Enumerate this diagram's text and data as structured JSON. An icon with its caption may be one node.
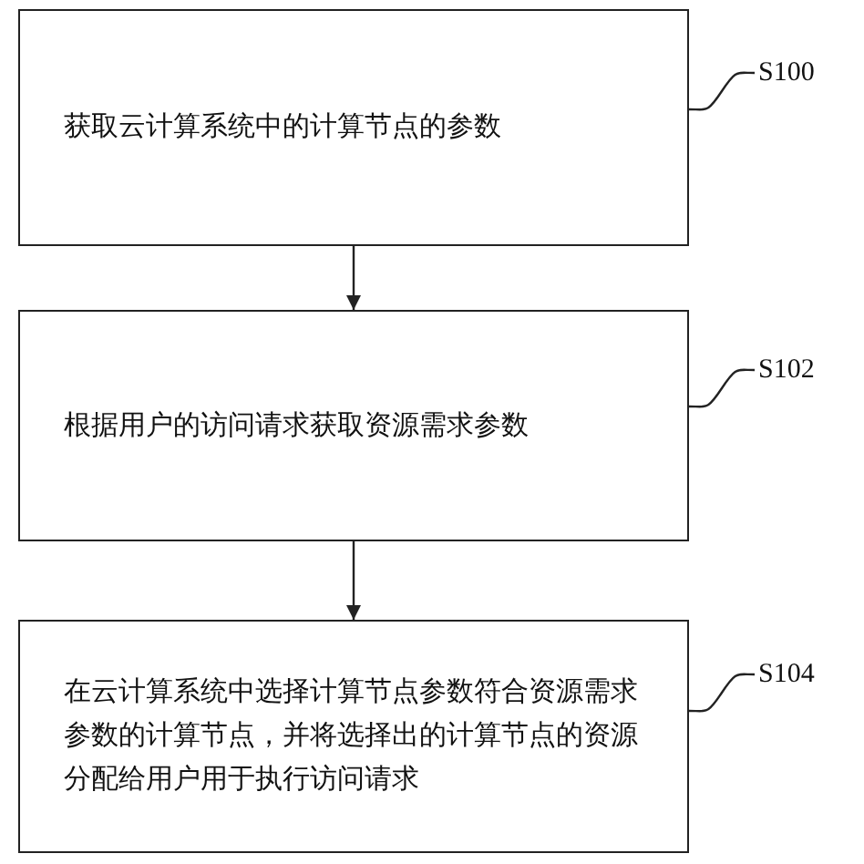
{
  "diagram": {
    "nodes": [
      {
        "text": [
          "获取云计算系统中的计算节点的参数"
        ]
      },
      {
        "text": [
          "S100"
        ]
      },
      {
        "text": [
          "根据用户的访问请求获取资源需求参数"
        ]
      },
      {
        "text": [
          "S102"
        ]
      },
      {
        "text": [
          "在云计算系统中选择计算节点参数符合资源需求参数的计算节点，并将选择出的计算节点的资源分配给用户用于执行访问请求"
        ]
      },
      {
        "text": [
          "S104"
        ]
      }
    ],
    "edges": [
      {
        "from": 0,
        "to": 2,
        "arrow": "to"
      },
      {
        "from": 2,
        "to": 4,
        "arrow": "to"
      },
      {
        "from": 1,
        "to": 0,
        "arrow": "none"
      },
      {
        "from": 3,
        "to": 2,
        "arrow": "none"
      },
      {
        "from": 5,
        "to": 4,
        "arrow": "none"
      }
    ]
  }
}
